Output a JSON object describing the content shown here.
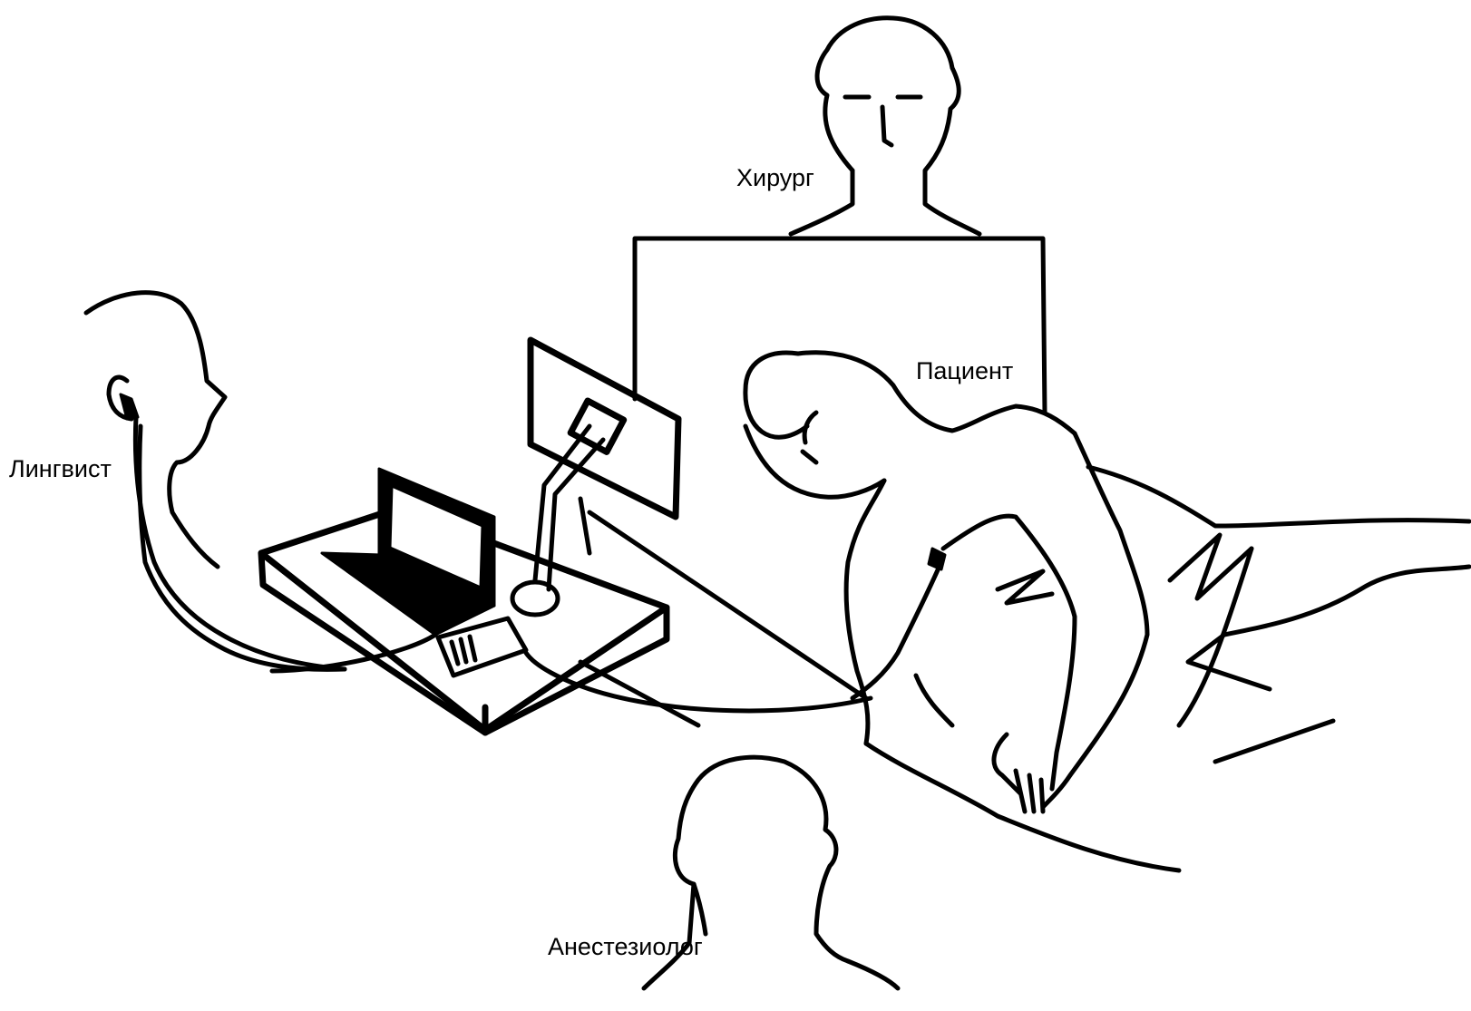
{
  "labels": {
    "surgeon": "Хирург",
    "patient": "Пациент",
    "linguist": "Лингвист",
    "anesthesiologist": "Анестезиолог"
  },
  "colors": {
    "ink": "#000000",
    "background": "#ffffff"
  }
}
